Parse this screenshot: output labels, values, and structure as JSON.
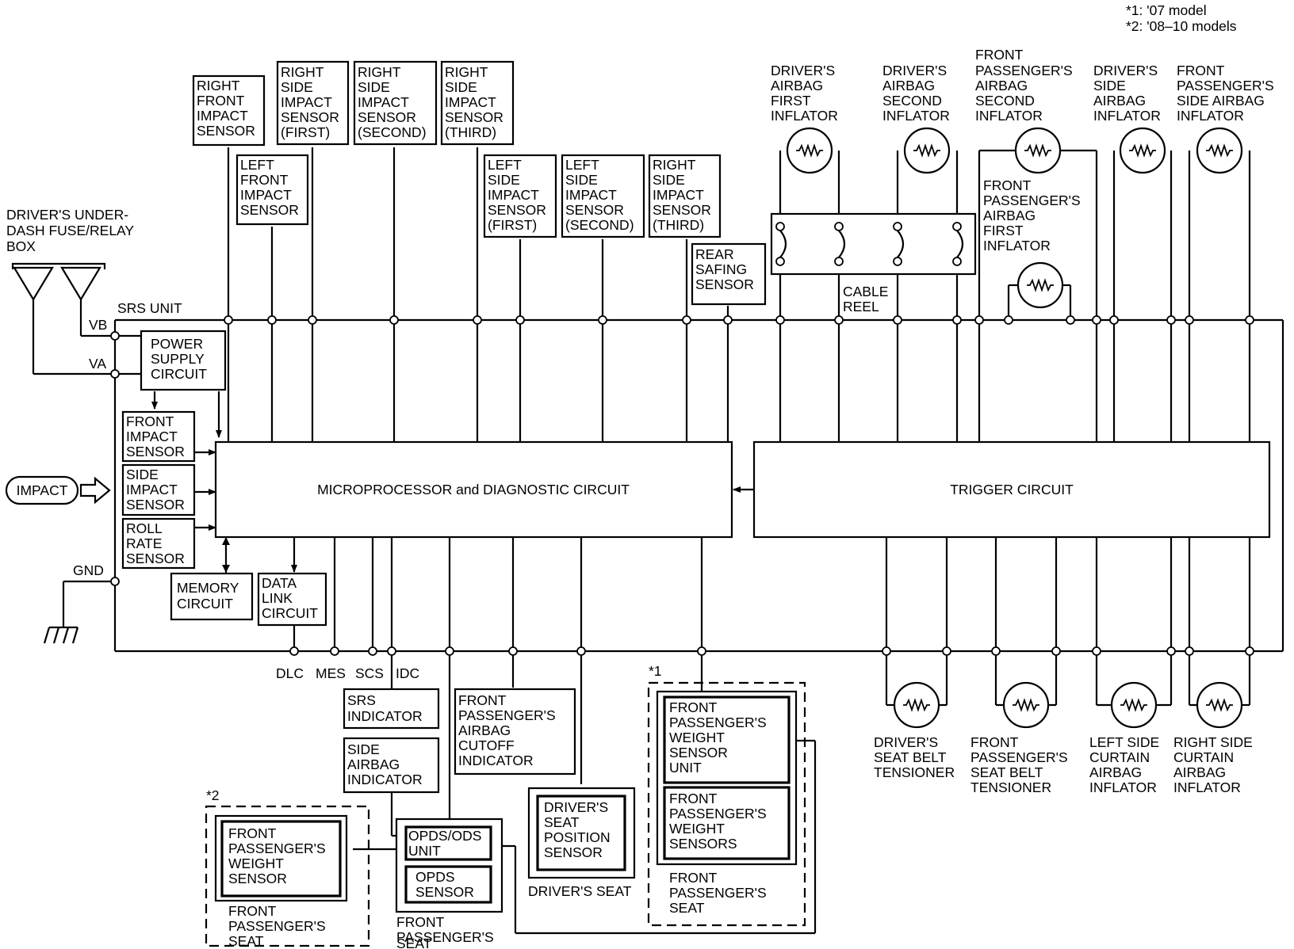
{
  "notes": [
    "*1:  '07 model",
    "*2:  '08–10 models"
  ],
  "fuse_box": [
    "DRIVER'S UNDER-",
    "DASH FUSE/RELAY",
    "BOX"
  ],
  "srs_unit_label": "SRS UNIT",
  "terminals": {
    "vb": "VB",
    "va": "VA",
    "gnd": "GND"
  },
  "top_sensors": {
    "right_front": [
      "RIGHT",
      "FRONT",
      "IMPACT",
      "SENSOR"
    ],
    "right_side_first": [
      "RIGHT",
      "SIDE",
      "IMPACT",
      "SENSOR",
      "(FIRST)"
    ],
    "right_side_second": [
      "RIGHT",
      "SIDE",
      "IMPACT",
      "SENSOR",
      "(SECOND)"
    ],
    "right_side_third": [
      "RIGHT",
      "SIDE",
      "IMPACT",
      "SENSOR",
      "(THIRD)"
    ],
    "left_front": [
      "LEFT",
      "FRONT",
      "IMPACT",
      "SENSOR"
    ],
    "left_side_first": [
      "LEFT",
      "SIDE",
      "IMPACT",
      "SENSOR",
      "(FIRST)"
    ],
    "left_side_second": [
      "LEFT",
      "SIDE",
      "IMPACT",
      "SENSOR",
      "(SECOND)"
    ],
    "right_side_third_b": [
      "RIGHT",
      "SIDE",
      "IMPACT",
      "SENSOR",
      "(THIRD)"
    ],
    "rear_safing": [
      "REAR",
      "SAFING",
      "SENSOR"
    ]
  },
  "inflators_top": {
    "drv_first": [
      "DRIVER'S",
      "AIRBAG",
      "FIRST",
      "INFLATOR"
    ],
    "drv_second": [
      "DRIVER'S",
      "AIRBAG",
      "SECOND",
      "INFLATOR"
    ],
    "fp_second": [
      "FRONT",
      "PASSENGER'S",
      "AIRBAG",
      "SECOND",
      "INFLATOR"
    ],
    "drv_side": [
      "DRIVER'S",
      "SIDE",
      "AIRBAG",
      "INFLATOR"
    ],
    "fp_side": [
      "FRONT",
      "PASSENGER'S",
      "SIDE AIRBAG",
      "INFLATOR"
    ],
    "fp_first": [
      "FRONT",
      "PASSENGER'S",
      "AIRBAG",
      "FIRST",
      "INFLATOR"
    ]
  },
  "cable_reel": [
    "CABLE",
    "REEL"
  ],
  "internal": {
    "power_supply": [
      "POWER",
      "SUPPLY",
      "CIRCUIT"
    ],
    "front_impact": [
      "FRONT",
      "IMPACT",
      "SENSOR"
    ],
    "side_impact": [
      "SIDE",
      "IMPACT",
      "SENSOR"
    ],
    "roll_rate": [
      "ROLL",
      "RATE",
      "SENSOR"
    ],
    "memory": [
      "MEMORY",
      "CIRCUIT"
    ],
    "data_link": [
      "DATA",
      "LINK",
      "CIRCUIT"
    ],
    "microprocessor": "MICROPROCESSOR and DIAGNOSTIC CIRCUIT",
    "trigger": "TRIGGER CIRCUIT"
  },
  "impact_label": "IMPACT",
  "bottom_terminals": [
    "DLC",
    "MES",
    "SCS",
    "IDC"
  ],
  "indicators": {
    "srs": [
      "SRS",
      "INDICATOR"
    ],
    "side_airbag": [
      "SIDE",
      "AIRBAG",
      "INDICATOR"
    ],
    "fp_cutoff": [
      "FRONT",
      "PASSENGER'S",
      "AIRBAG",
      "CUTOFF",
      "INDICATOR"
    ]
  },
  "seat_2": {
    "note": "*2",
    "sensor": [
      "FRONT",
      "PASSENGER'S",
      "WEIGHT",
      "SENSOR"
    ],
    "seat": [
      "FRONT",
      "PASSENGER'S",
      "SEAT"
    ]
  },
  "opds": {
    "unit": [
      "OPDS/ODS",
      "UNIT"
    ],
    "sensor": [
      "OPDS",
      "SENSOR"
    ],
    "seat": [
      "FRONT",
      "PASSENGER'S",
      "SEAT"
    ]
  },
  "driver_seat": {
    "sensor": [
      "DRIVER'S",
      "SEAT",
      "POSITION",
      "SENSOR"
    ],
    "seat": "DRIVER'S SEAT"
  },
  "seat_1": {
    "note": "*1",
    "unit": [
      "FRONT",
      "PASSENGER'S",
      "WEIGHT",
      "SENSOR",
      "UNIT"
    ],
    "sensors": [
      "FRONT",
      "PASSENGER'S",
      "WEIGHT",
      "SENSORS"
    ],
    "seat": [
      "FRONT",
      "PASSENGER'S",
      "SEAT"
    ]
  },
  "inflators_bottom": {
    "drv_tensioner": [
      "DRIVER'S",
      "SEAT BELT",
      "TENSIONER"
    ],
    "fp_tensioner": [
      "FRONT",
      "PASSENGER'S",
      "SEAT BELT",
      "TENSIONER"
    ],
    "left_curtain": [
      "LEFT SIDE",
      "CURTAIN",
      "AIRBAG",
      "INFLATOR"
    ],
    "right_curtain": [
      "RIGHT SIDE",
      "CURTAIN",
      "AIRBAG",
      "INFLATOR"
    ]
  }
}
